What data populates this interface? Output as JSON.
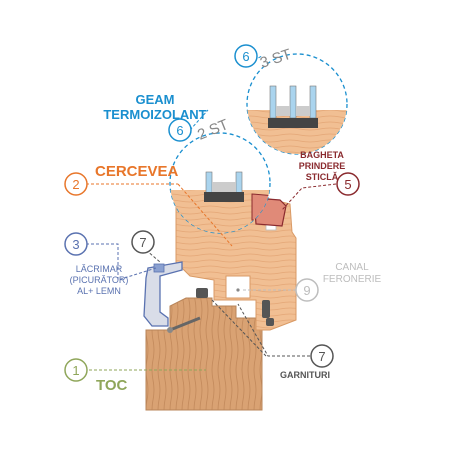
{
  "colors": {
    "toc": "#8fa65a",
    "cercevea": "#e8762a",
    "geam": "#1a8fcf",
    "bagheta": "#8a2a2e",
    "lacrimar": "#5a72b0",
    "garnituri": "#555555",
    "canal": "#bdbdbd",
    "wood_light": "#f1bf93",
    "wood_toc": "#d39b6b"
  },
  "callouts": [
    {
      "id": "toc",
      "number": "1",
      "label": "TOC"
    },
    {
      "id": "cercevea",
      "number": "2",
      "label": "CERCEVEA"
    },
    {
      "id": "lacrimar",
      "number": "3",
      "label_lines": [
        "LĂCRIMAR",
        "(PICURĂTOR)",
        "AL+ LEMN"
      ]
    },
    {
      "id": "bagheta",
      "number": "5",
      "label_lines": [
        "BAGHETA",
        "PRINDERE",
        "STICLĂ"
      ]
    },
    {
      "id": "geam-2st",
      "number": "6",
      "label": "2 ST"
    },
    {
      "id": "geam-3st",
      "number": "6",
      "label": "3 ST"
    },
    {
      "id": "garnituri-top",
      "number": "7"
    },
    {
      "id": "garnituri-bottom",
      "number": "7",
      "label": "GARNITURI"
    },
    {
      "id": "canal",
      "number": "9",
      "label_lines": [
        "CANAL",
        "FERONERIE"
      ]
    }
  ],
  "geam_title": [
    "GEAM",
    "TERMOIZOLANT"
  ]
}
